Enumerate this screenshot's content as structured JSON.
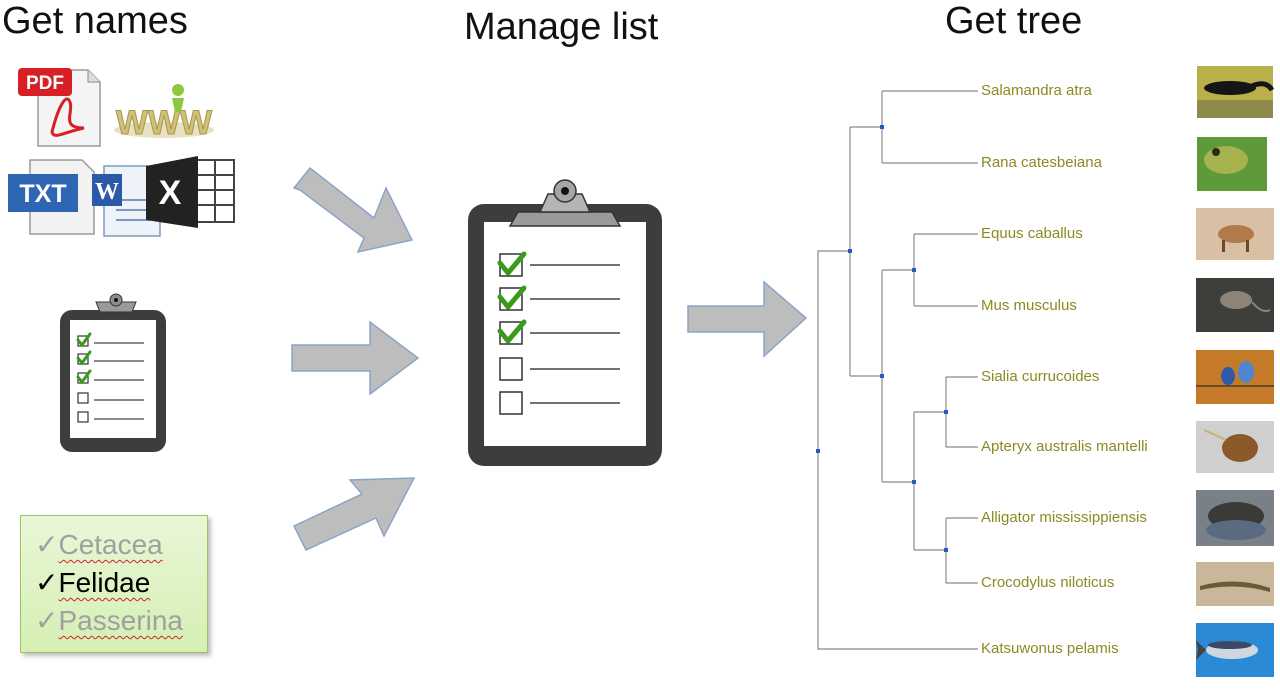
{
  "headings": {
    "get_names": "Get names",
    "manage_list": "Manage list",
    "get_tree": "Get tree"
  },
  "sources": {
    "pdf_icon": "PDF",
    "web_icon": "WWW",
    "txt_icon": "TXT",
    "word_icon": "W",
    "excel_icon": "X"
  },
  "word_list": [
    {
      "check": "✓",
      "name": "Cetacea",
      "state": "dim"
    },
    {
      "check": "✓",
      "name": "Felidae",
      "state": "dark"
    },
    {
      "check": "✓",
      "name": "Passerina",
      "state": "dim"
    }
  ],
  "tree": {
    "taxa": [
      "Salamandra atra",
      "Rana catesbeiana",
      "Equus caballus",
      "Mus musculus",
      "Sialia currucoides",
      "Apteryx australis mantelli",
      "Alligator mississippiensis",
      "Crocodylus niloticus",
      "Katsuwonus pelamis"
    ],
    "label_color": "#8c8a22",
    "node_color": "#2a56c6"
  },
  "colors": {
    "arrow": "#bdbdbd",
    "clipboard": "#3d3d3d",
    "check": "#3a9a1c"
  }
}
